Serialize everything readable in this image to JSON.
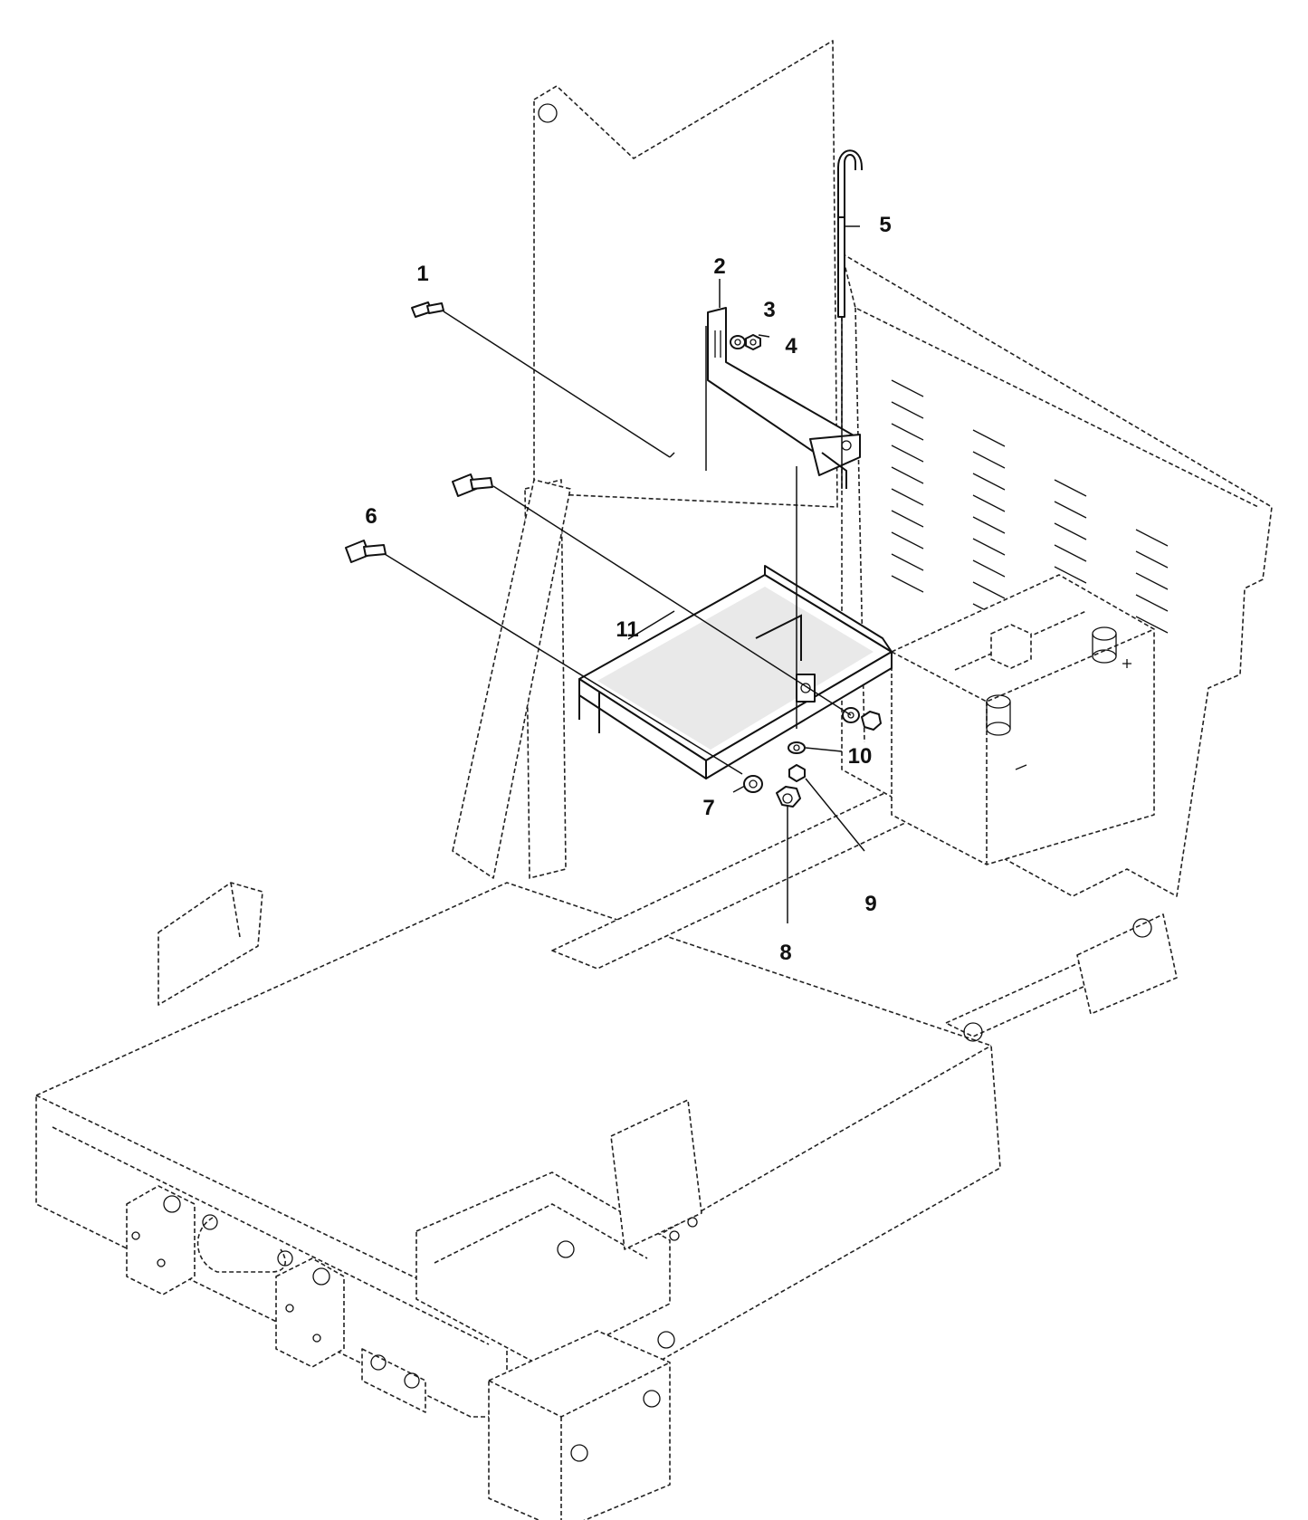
{
  "diagram": {
    "callouts": [
      {
        "id": "1",
        "label": "1"
      },
      {
        "id": "2",
        "label": "2"
      },
      {
        "id": "3",
        "label": "3"
      },
      {
        "id": "4",
        "label": "4"
      },
      {
        "id": "5",
        "label": "5"
      },
      {
        "id": "6",
        "label": "6"
      },
      {
        "id": "7",
        "label": "7"
      },
      {
        "id": "8",
        "label": "8"
      },
      {
        "id": "9",
        "label": "9"
      },
      {
        "id": "10",
        "label": "10"
      },
      {
        "id": "11",
        "label": "11"
      }
    ],
    "colors": {
      "line": "#111111",
      "background": "#ffffff",
      "shade": "#e9e9e9"
    }
  }
}
